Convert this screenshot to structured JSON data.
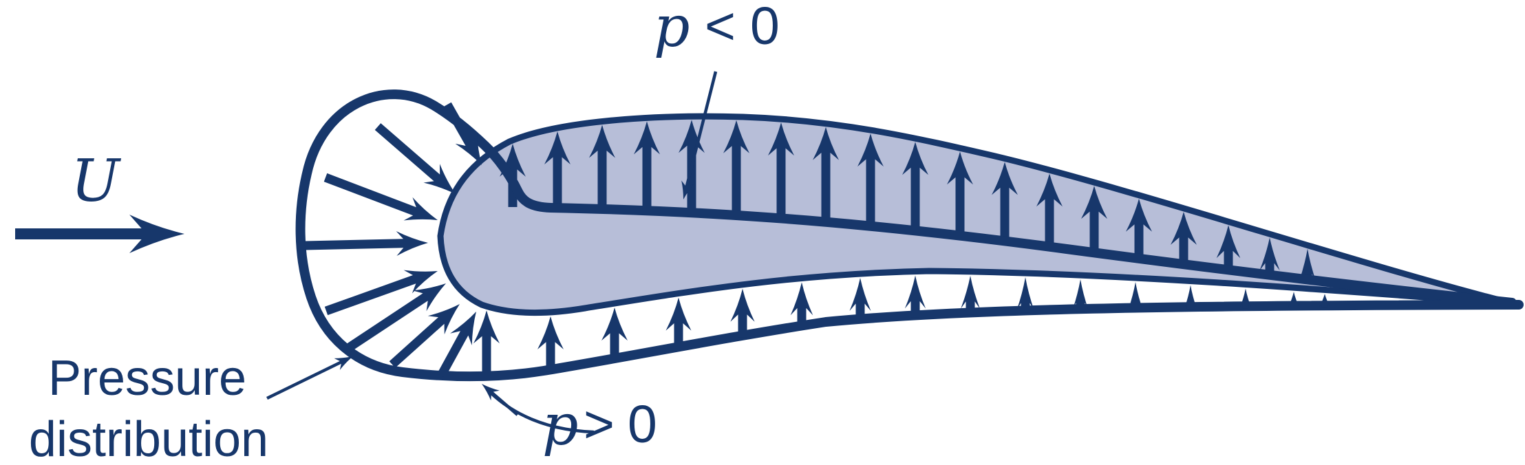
{
  "figure": {
    "background_color": "#ffffff",
    "ink_color": "#17376b",
    "airfoil_fill_color": "#b7bed8",
    "freestream_label": "U",
    "upper_pressure_label": {
      "symbol": "p",
      "relation": "<",
      "value": "0"
    },
    "lower_pressure_label": {
      "symbol": "p",
      "relation": ">",
      "value": "0"
    },
    "distribution_label": {
      "line1": "Pressure",
      "line2": "distribution"
    }
  }
}
